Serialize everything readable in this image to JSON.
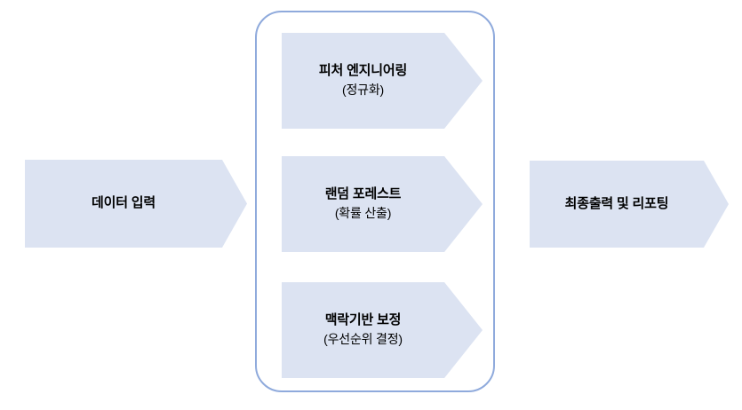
{
  "diagram": {
    "type": "process-flow",
    "background_color": "#ffffff",
    "shape_fill_color": "#dce3f2",
    "group_border_color": "#8faadc",
    "text_color": "#000000",
    "input": {
      "label": "데이터 입력"
    },
    "pipeline": {
      "stages": [
        {
          "title": "피처 엔지니어링",
          "subtitle": "(정규화)"
        },
        {
          "title": "랜덤 포레스트",
          "subtitle": "(확률 산출)"
        },
        {
          "title": "맥락기반 보정",
          "subtitle": "(우선순위 결정)"
        }
      ]
    },
    "output": {
      "label": "최종출력 및 리포팅"
    }
  }
}
